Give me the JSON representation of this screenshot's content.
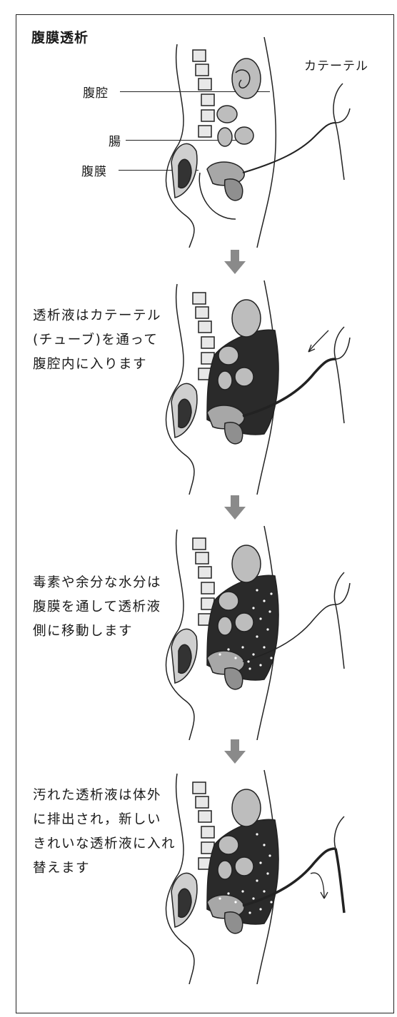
{
  "title": "腹膜透析",
  "labels": {
    "catheter": "カテーテル",
    "abdominal_cavity": "腹腔",
    "intestine": "腸",
    "peritoneum": "腹膜"
  },
  "steps": [
    {
      "text": "透析液はカテーテル\n(チューブ)を通って\n腹腔内に入ります"
    },
    {
      "text": "毒素や余分な水分は\n腹膜を通して透析液\n側に移動します"
    },
    {
      "text": "汚れた透析液は体外\nに排出され，新しい\nきれいな透析液に入れ\n替えます"
    }
  ],
  "colors": {
    "line": "#222222",
    "fluid": "#2a2a2a",
    "tissue": "#9a9a9a",
    "light": "#dcdcdc",
    "arrow": "#8a8a8a"
  }
}
